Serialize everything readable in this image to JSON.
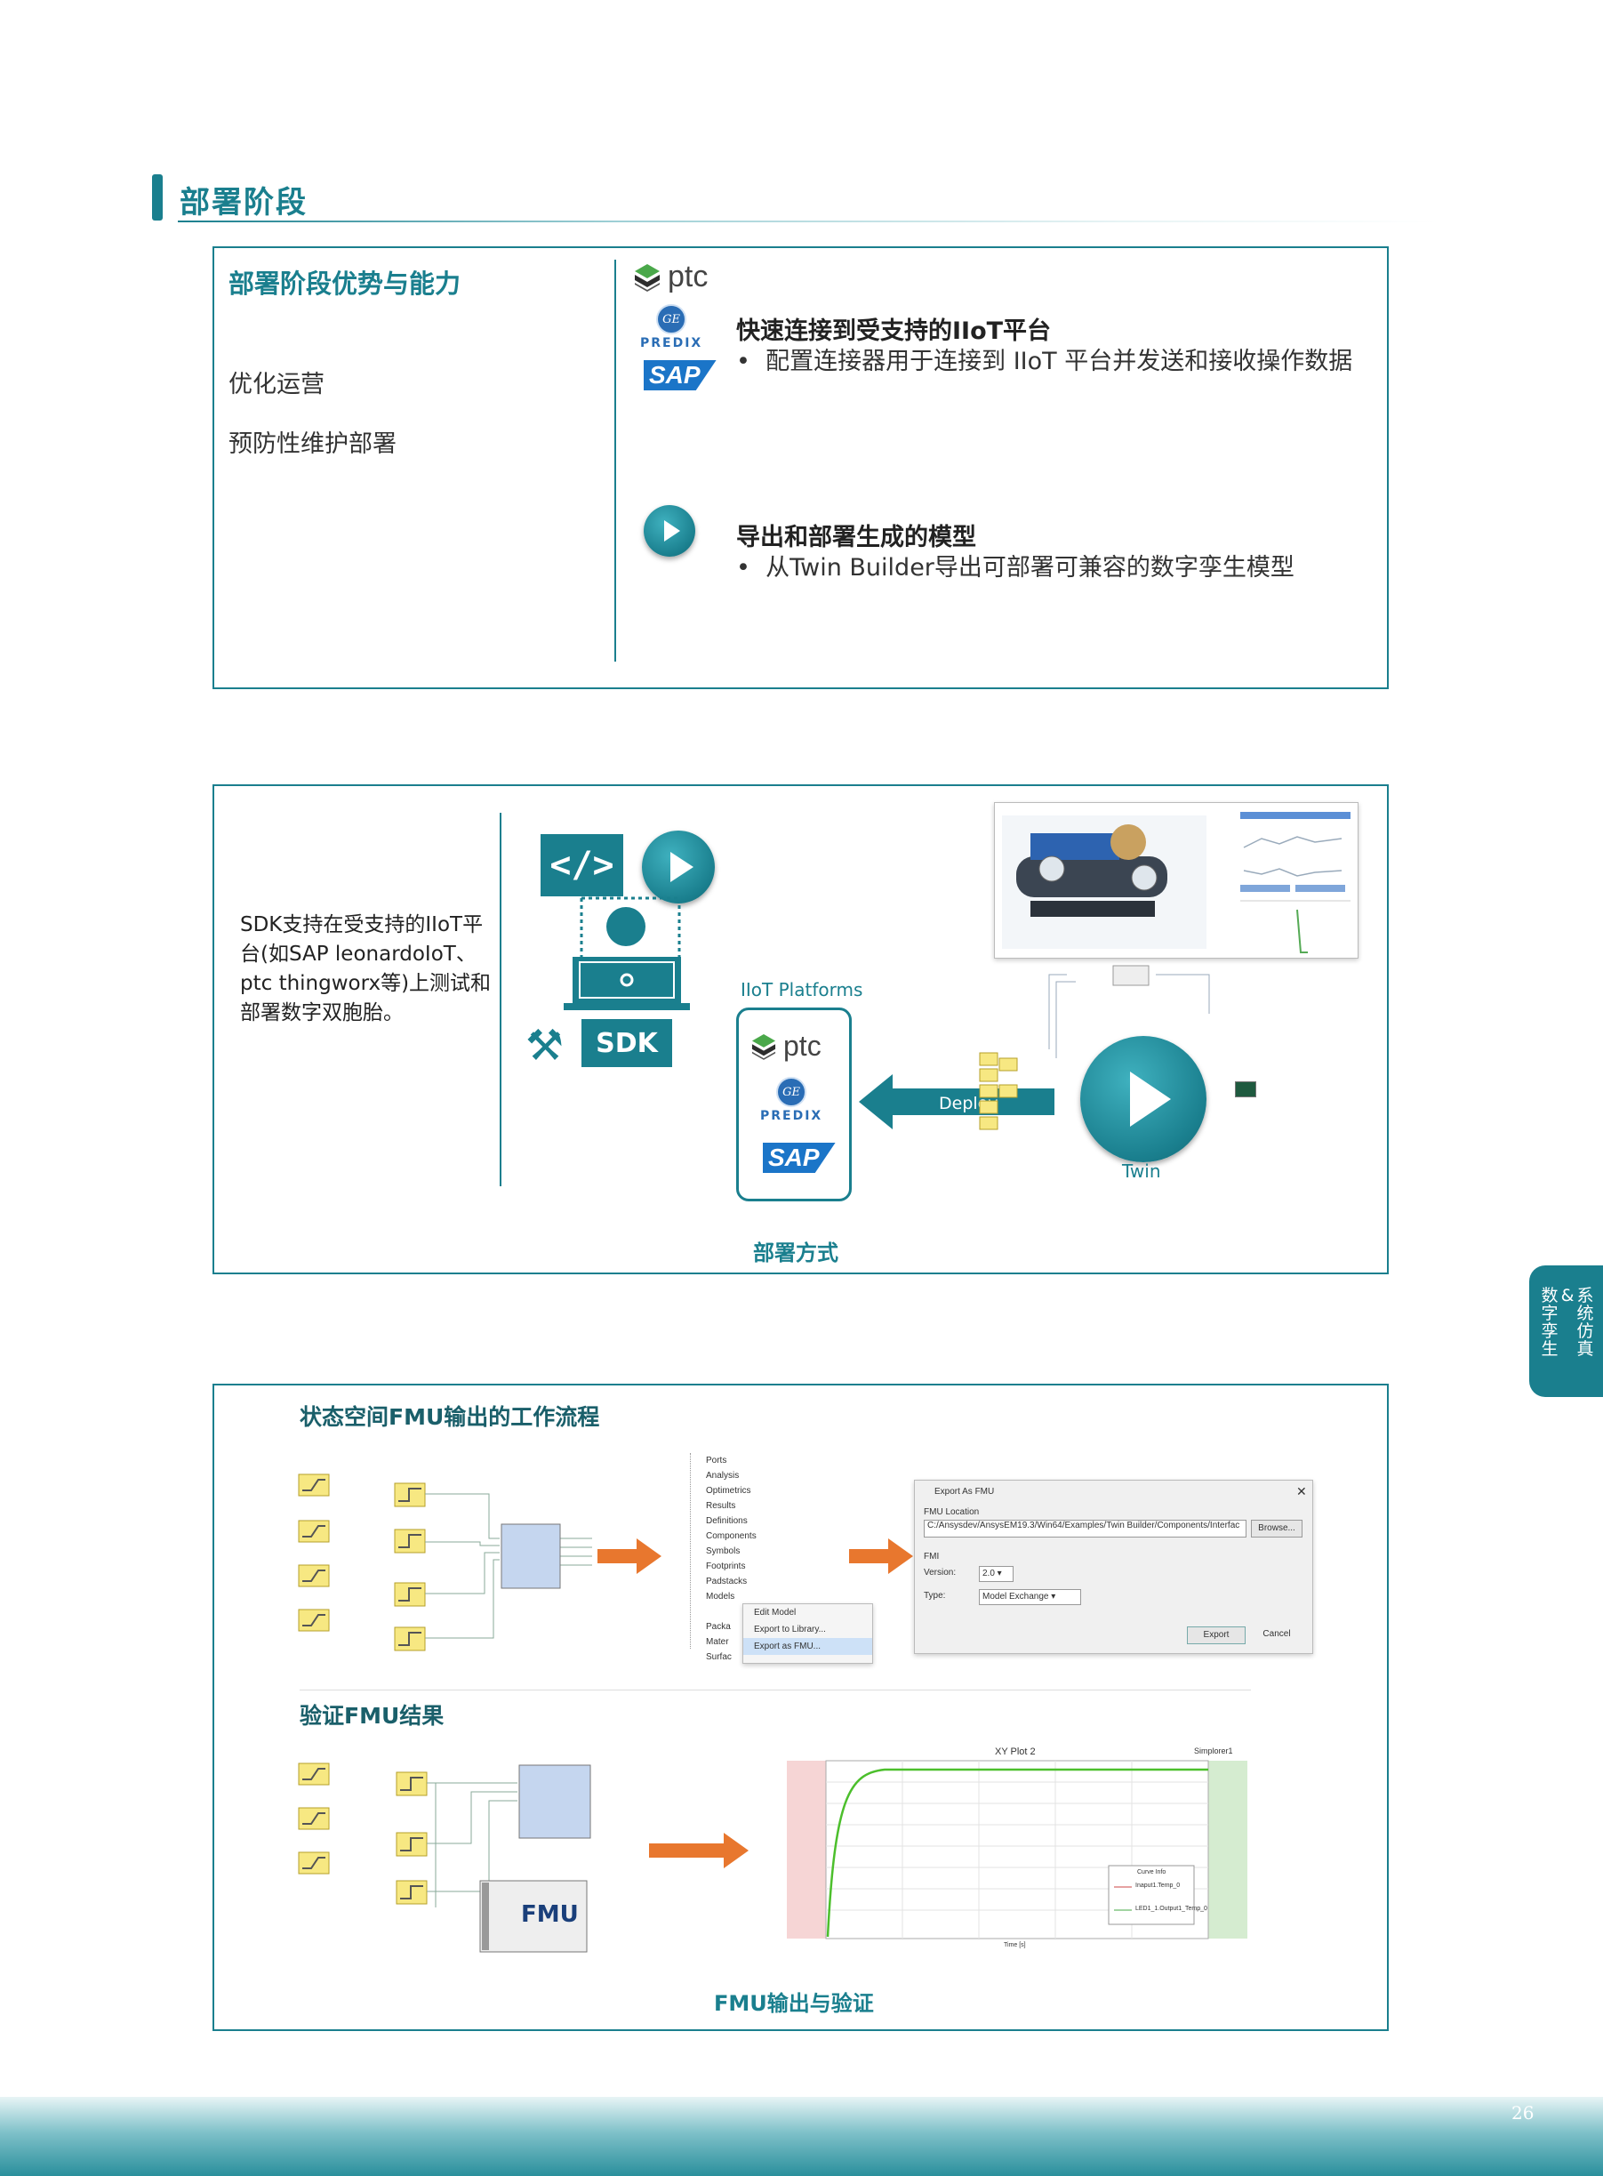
{
  "section": {
    "title": "部署阶段"
  },
  "advantages": {
    "title": "部署阶段优势与能力",
    "items": [
      "优化运营",
      "预防性维护部署"
    ],
    "logos": {
      "ptc": "ptc",
      "predix": "PREDIX",
      "sap": "SAP"
    },
    "features": [
      {
        "title": "快速连接到受支持的IIoT平台",
        "desc": "配置连接器用于连接到 IIoT 平台并发送和接收操作数据"
      },
      {
        "title": "导出和部署生成的模型",
        "desc": "从Twin Builder导出可部署可兼容的数字孪生模型"
      }
    ],
    "bullet": "•"
  },
  "deploy": {
    "description": "SDK支持在受支持的IIoT平台(如SAP leonardoIoT、ptc thingworx等)上测试和部署数字双胞胎。",
    "code_icon": "</>",
    "sdk_label": "SDK",
    "platforms_label": "IIoT Platforms",
    "deploy_label": "Deploy",
    "twin_label": "Twin",
    "caption": "部署方式"
  },
  "fmu": {
    "workflow_title": "状态空间FMU输出的工作流程",
    "verify_title": "验证FMU结果",
    "caption": "FMU输出与验证",
    "tree_items": [
      "Ports",
      "Analysis",
      "Optimetrics",
      "Results",
      "Definitions",
      "Components",
      "Symbols",
      "Footprints",
      "Padstacks",
      "Models",
      "Packa",
      "Mater",
      "Surfac"
    ],
    "context_menu": [
      "Edit Model",
      "Export to Library...",
      "Export as FMU..."
    ],
    "dialog": {
      "title": "Export As FMU",
      "location_label": "FMU Location",
      "location_value": "C:/Ansysdev/AnsysEM19.3/Win64/Examples/Twin Builder/Components/Interfac",
      "browse": "Browse...",
      "group": "FMI",
      "version_label": "Version:",
      "version_value": "2.0",
      "type_label": "Type:",
      "type_value": "Model Exchange",
      "export": "Export",
      "cancel": "Cancel"
    },
    "fmu_block": "FMU",
    "plot_title": "XY Plot 2",
    "plot_tag": "Simplorer1",
    "plot_xlabel": "Time [s]",
    "legend_title": "Curve Info",
    "legend": [
      "Inaput1.Temp_0",
      "LED1_1.Output1_Temp_0"
    ]
  },
  "side_tab": {
    "col1": "系统仿真",
    "col2": "数字孪生",
    "col3": "&"
  },
  "page_number": "26",
  "colors": {
    "teal": "#1a7f8e",
    "orange": "#e8772e"
  }
}
